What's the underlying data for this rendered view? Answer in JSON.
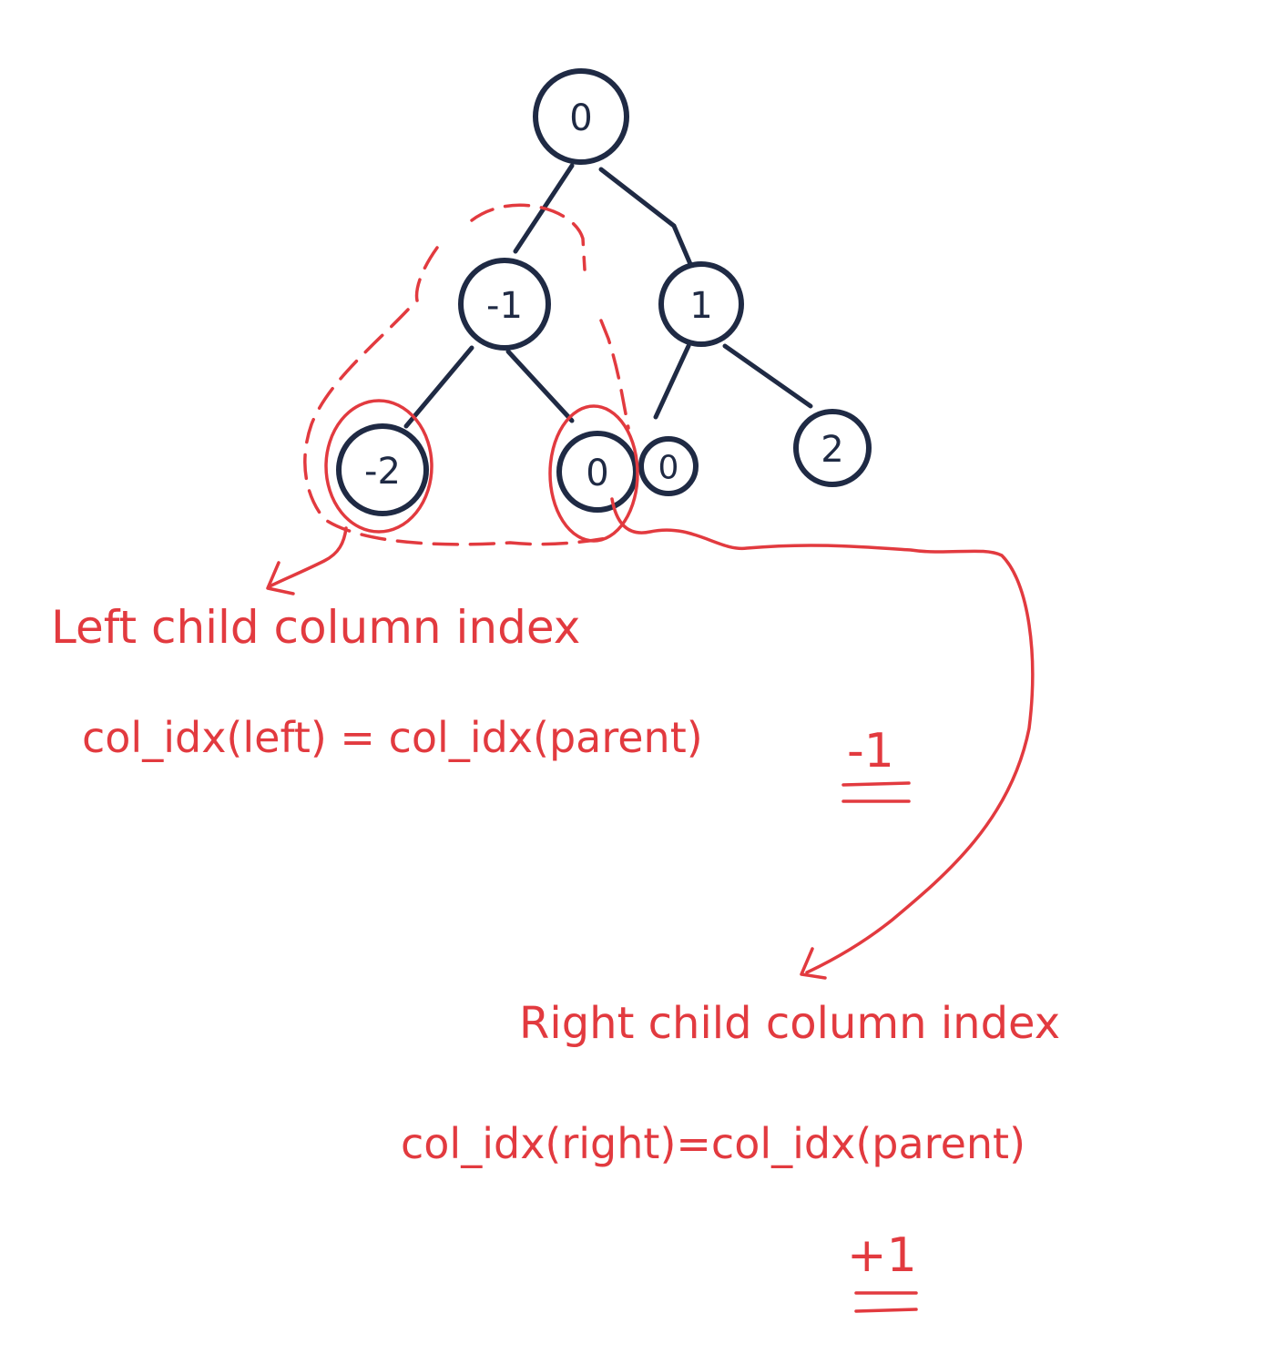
{
  "colors": {
    "ink": "#1f2a44",
    "annotation": "#e23a3f",
    "background": "#ffffff"
  },
  "tree": {
    "nodes": [
      {
        "id": "root",
        "label": "0"
      },
      {
        "id": "n-left",
        "label": "-1"
      },
      {
        "id": "n-right",
        "label": "1"
      },
      {
        "id": "n-left-left",
        "label": "-2"
      },
      {
        "id": "n-left-right",
        "label": "0"
      },
      {
        "id": "n-right-left",
        "label": "0"
      },
      {
        "id": "n-right-right",
        "label": "2"
      }
    ]
  },
  "annotations": {
    "left_title": "Left child column index",
    "left_formula": "col_idx(left) = col_idx(parent)",
    "left_delta": "-1",
    "right_title": "Right child column index",
    "right_formula": "col_idx(right)=col_idx(parent)",
    "right_delta": "+1"
  }
}
